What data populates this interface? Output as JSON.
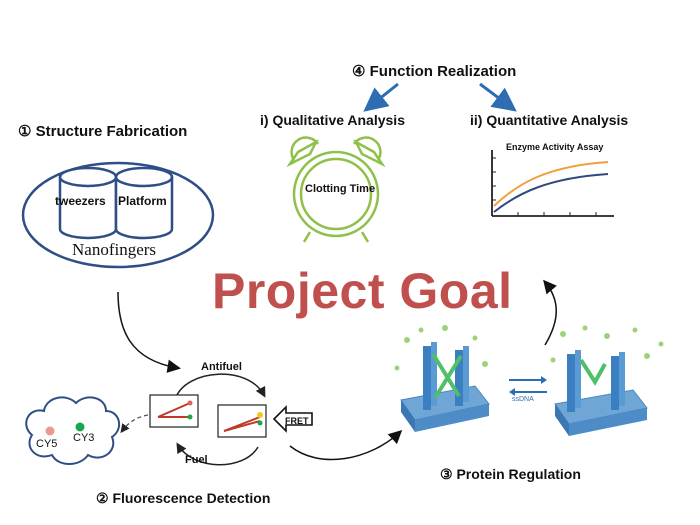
{
  "steps": {
    "structure": "① Structure Fabrication",
    "fluorescence": "② Fluorescence Detection",
    "protein": "③ Protein Regulation",
    "function": "④ Function Realization"
  },
  "nanofingers": {
    "left_cylinder": "tweezers",
    "right_cylinder": "Platform",
    "label": "Nanofingers"
  },
  "analysis": {
    "qualitative": "i) Qualitative Analysis",
    "quantitative": "ii) Quantitative Analysis",
    "clock_label": "Clotting Time"
  },
  "enzyme_chart": {
    "title": "Enzyme Activity Assay",
    "colors": {
      "orange": "#f0a040",
      "navy": "#2f4b7c",
      "axis": "#222222"
    }
  },
  "center_title": "Project Goal",
  "fluorescence": {
    "antifuel": "Antifuel",
    "fuel": "Fuel",
    "fret": "FRET",
    "cy5": "CY5",
    "cy3": "CY3"
  },
  "protein": {
    "ssdna": "ssDNA"
  },
  "colors": {
    "title_red": "#c0504d",
    "arrow_blue": "#2e6db4",
    "clock_green": "#8ec04a",
    "structure_blue": "#3a7fc0",
    "dna_green": "#4fbf6a"
  }
}
